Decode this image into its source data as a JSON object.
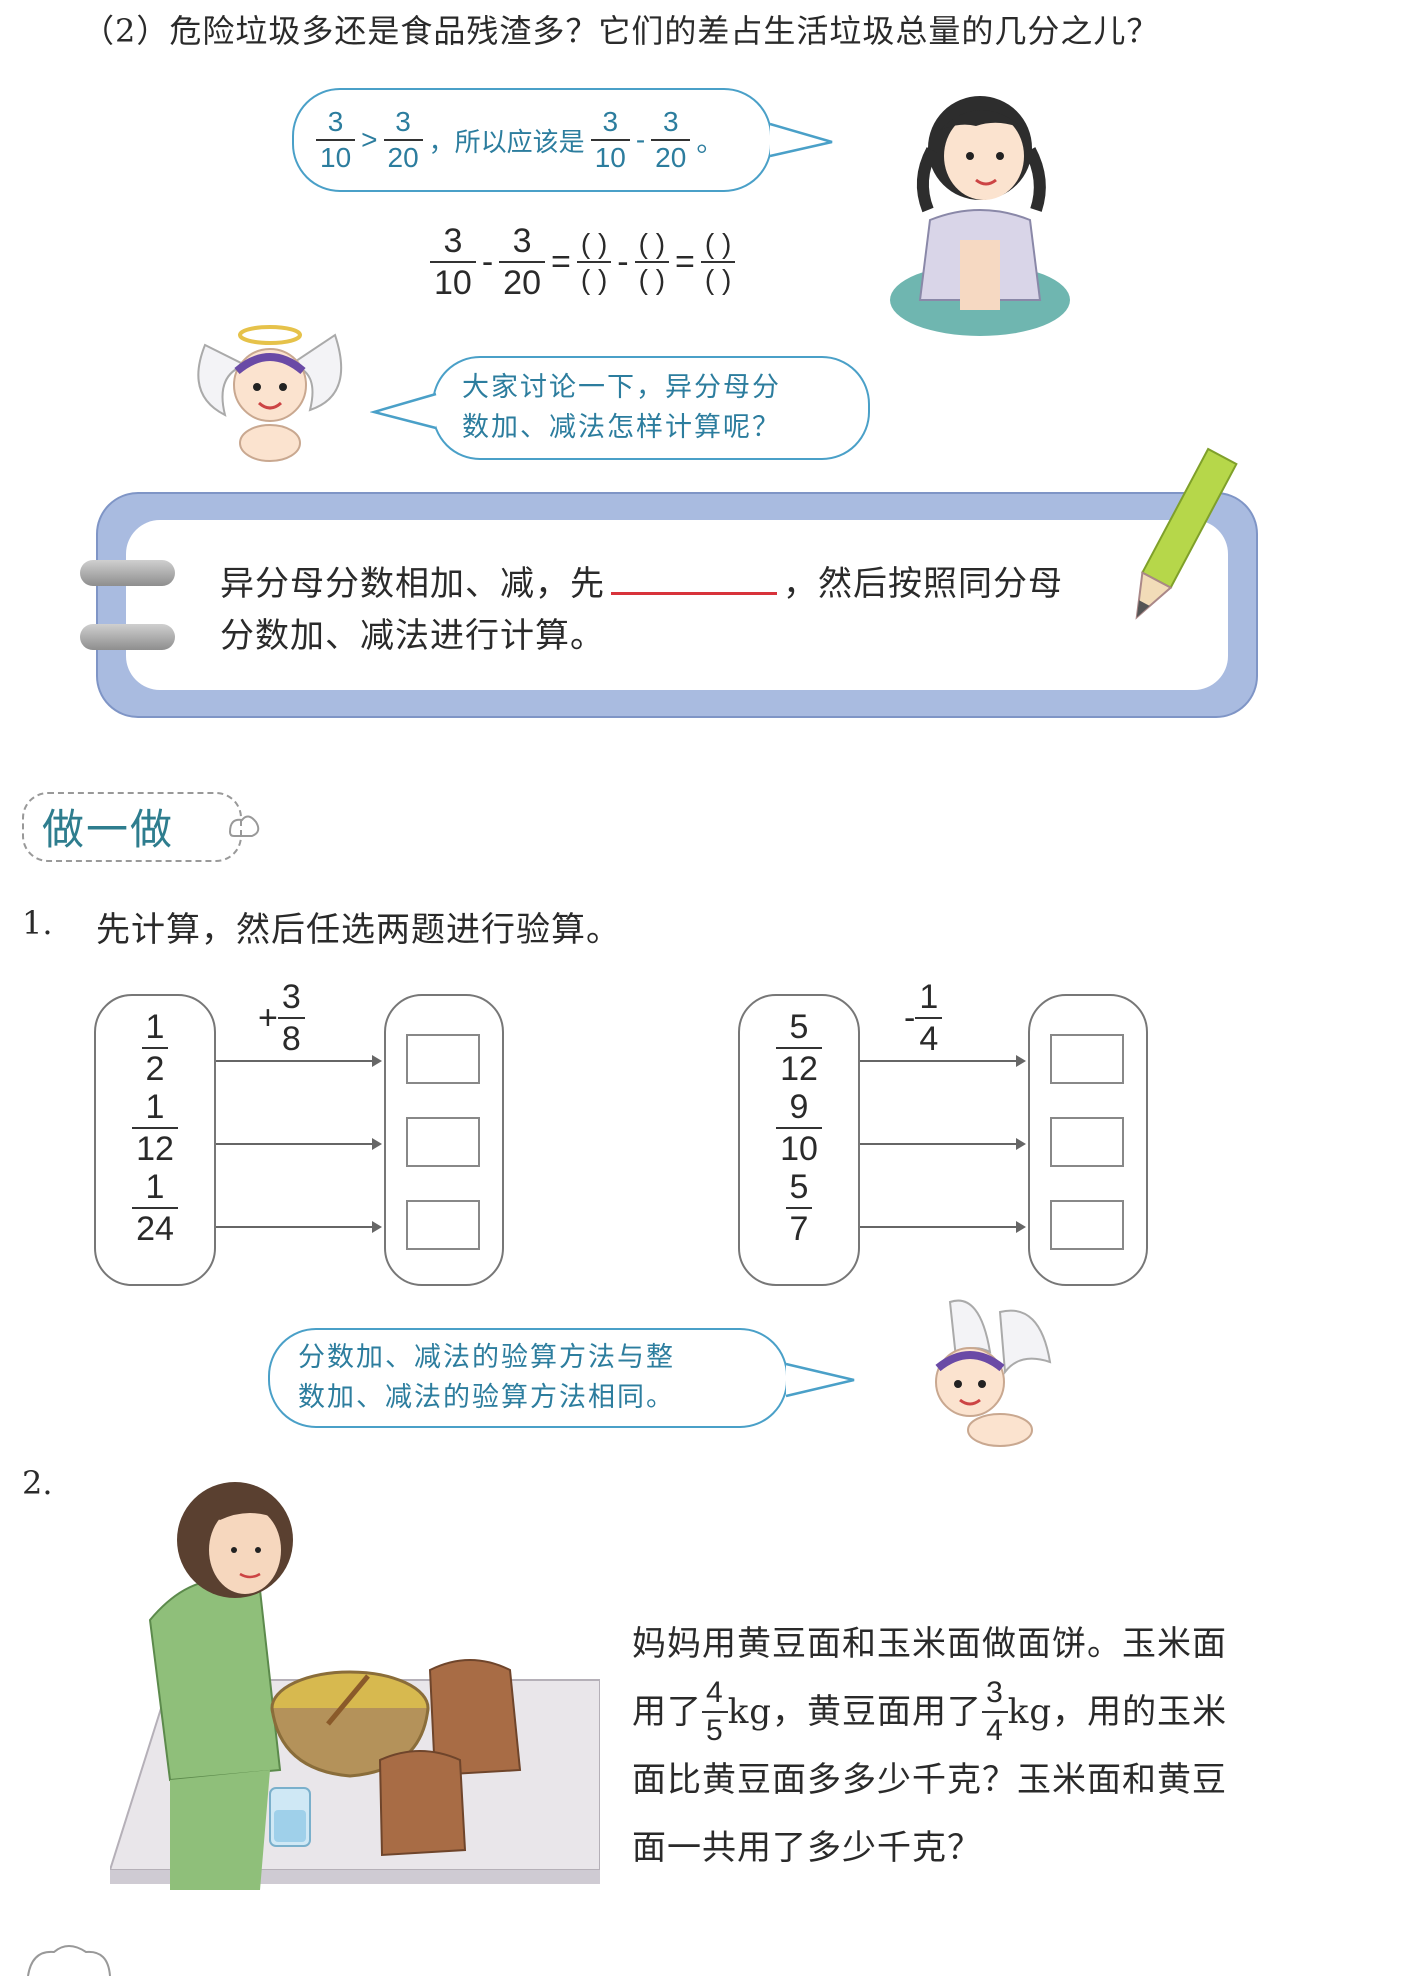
{
  "question2": "（2）危险垃圾多还是食品残渣多？它们的差占生活垃圾总量的几分之儿？",
  "girl_bubble": {
    "f1": {
      "n": "3",
      "d": "10"
    },
    "gt": ">",
    "f2": {
      "n": "3",
      "d": "20"
    },
    "text": "，所以应该是",
    "f3": {
      "n": "3",
      "d": "10"
    },
    "minus": "-",
    "f4": {
      "n": "3",
      "d": "20"
    },
    "end": "。"
  },
  "equation": {
    "a": {
      "n": "3",
      "d": "10"
    },
    "b": {
      "n": "3",
      "d": "20"
    },
    "minus": "-",
    "eq": "=",
    "blank": "( )"
  },
  "angel_bubble_1": [
    "大家讨论一下，异分母分",
    "数加、减法怎样计算呢？"
  ],
  "rule_box": {
    "line1_before": "异分母分数相加、减，先",
    "line1_after": "，然后按照同分母",
    "line2": "分数加、减法进行计算。"
  },
  "section_title": "做一做",
  "ex1": {
    "number": "1.",
    "text": "先计算，然后任选两题进行验算。",
    "left": {
      "op": "+",
      "operand": {
        "n": "3",
        "d": "8"
      },
      "inputs": [
        {
          "n": "1",
          "d": "2"
        },
        {
          "n": "1",
          "d": "12"
        },
        {
          "n": "1",
          "d": "24"
        }
      ]
    },
    "right": {
      "op": "-",
      "operand": {
        "n": "1",
        "d": "4"
      },
      "inputs": [
        {
          "n": "5",
          "d": "12"
        },
        {
          "n": "9",
          "d": "10"
        },
        {
          "n": "5",
          "d": "7"
        }
      ]
    }
  },
  "angel_bubble_2": [
    "分数加、减法的验算方法与整",
    "数加、减法的验算方法相同。"
  ],
  "ex2": {
    "number": "2.",
    "line1": "妈妈用黄豆面和玉米面做面饼。玉米面",
    "line2_a": "用了",
    "f_corn": {
      "n": "4",
      "d": "5"
    },
    "line2_b": "kg，黄豆面用了",
    "f_soy": {
      "n": "3",
      "d": "4"
    },
    "line2_c": "kg，用的玉米",
    "line3": "面比黄豆面多多少千克？玉米面和黄豆",
    "line4": "面一共用了多少千克？"
  }
}
